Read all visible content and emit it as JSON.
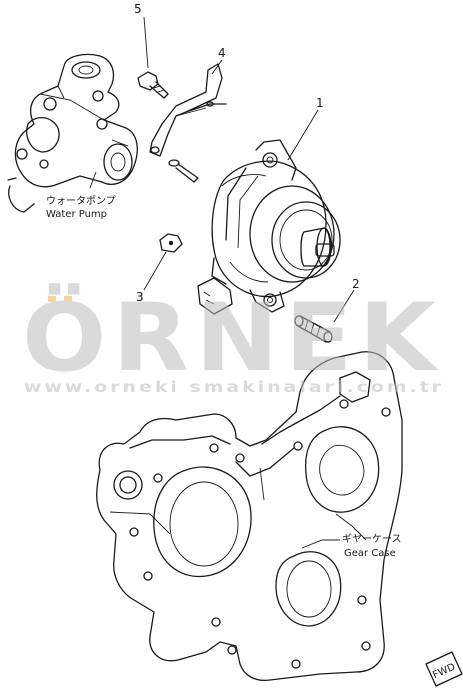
{
  "callouts": [
    "1",
    "2",
    "3",
    "4",
    "5"
  ],
  "parts": {
    "water_pump": {
      "jp": "ウォータポンプ",
      "en": "Water Pump"
    },
    "gear_case": {
      "jp": "ギヤーケース",
      "en": "Gear Case"
    }
  },
  "direction_badge": "FWD",
  "watermark": {
    "brand": "ÖRNEK",
    "url": "www.orneki smakinalari.com.tr"
  },
  "colors": {
    "line": "#1a1a1a",
    "watermark": "#bdbdbd",
    "watermark_accent": "#f2b24a",
    "background": "#ffffff"
  }
}
